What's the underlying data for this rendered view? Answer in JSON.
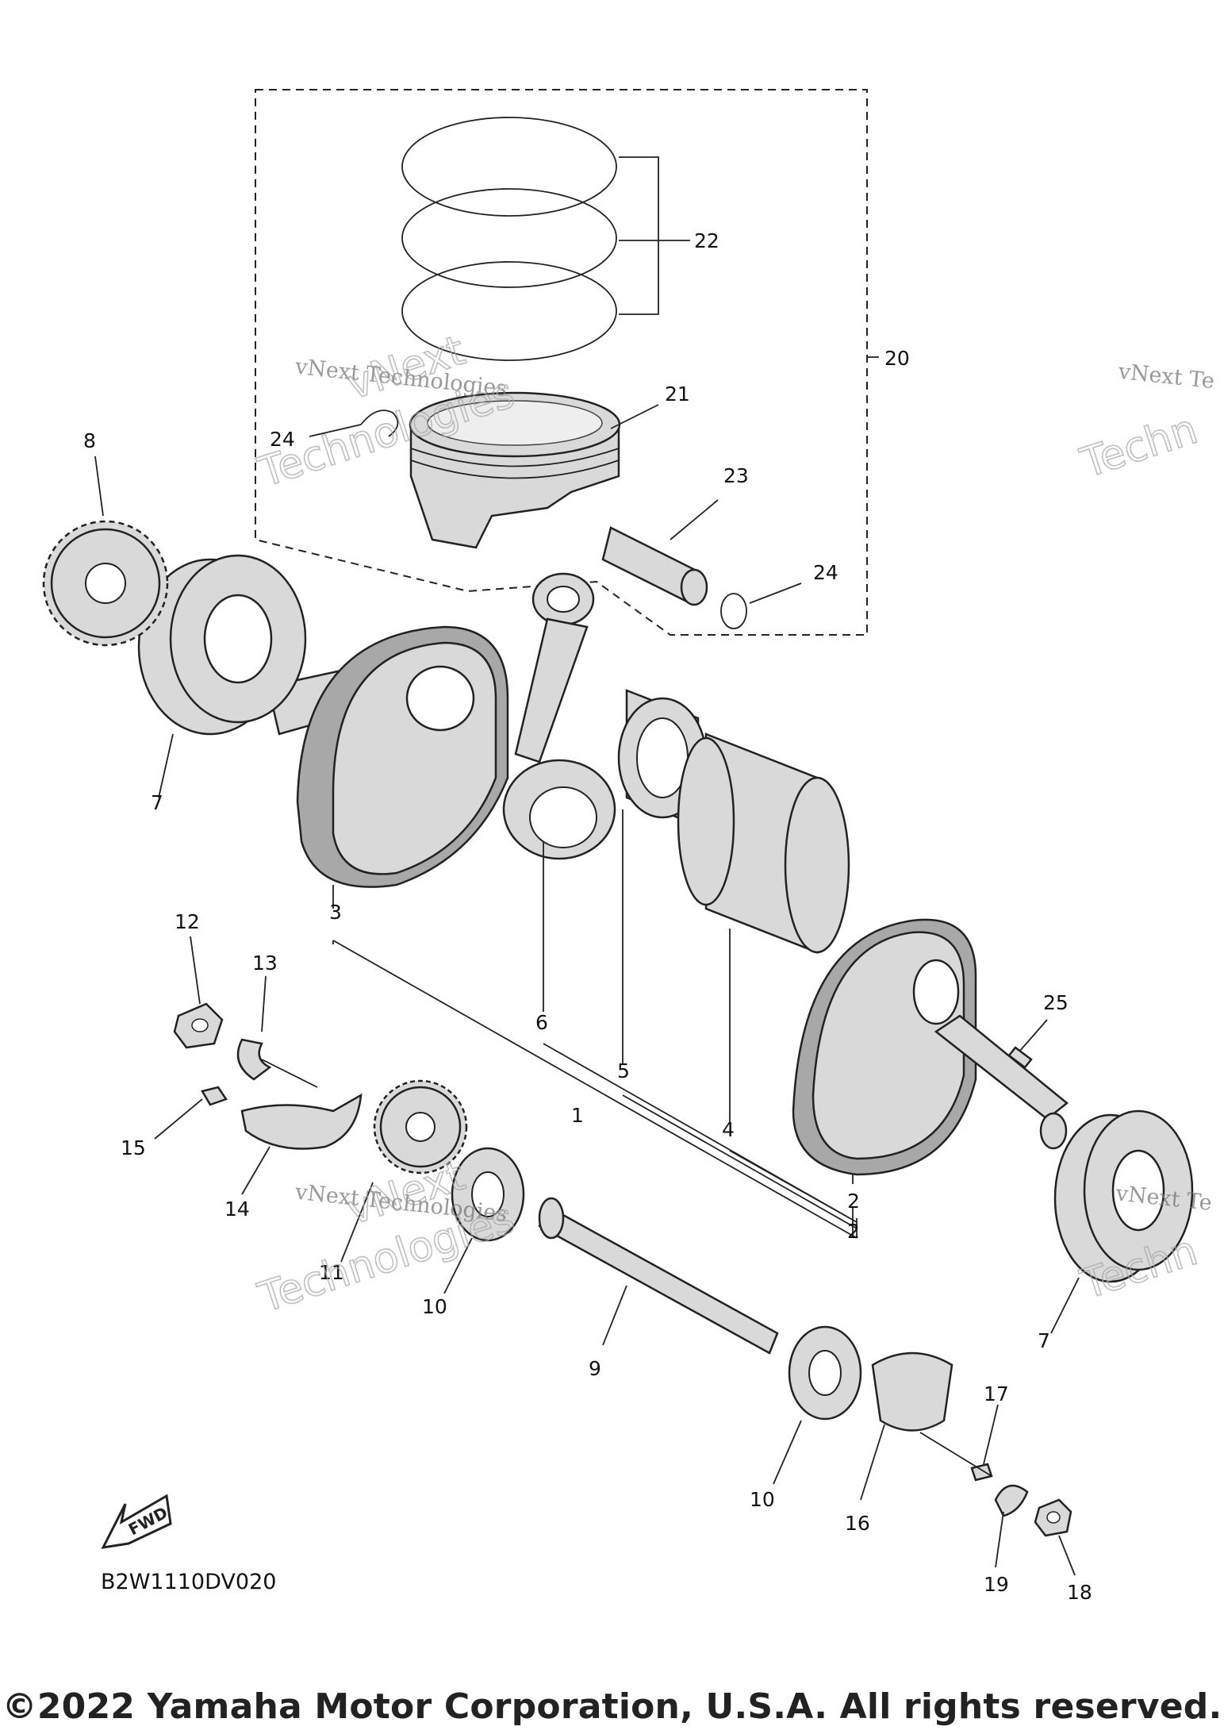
{
  "diagram": {
    "callouts": {
      "c1": "1",
      "c2a": "2",
      "c2b": "2",
      "c3": "3",
      "c4": "4",
      "c5": "5",
      "c6": "6",
      "c7a": "7",
      "c7b": "7",
      "c8": "8",
      "c9": "9",
      "c10a": "10",
      "c10b": "10",
      "c11": "11",
      "c12": "12",
      "c13": "13",
      "c14": "14",
      "c15": "15",
      "c16": "16",
      "c17": "17",
      "c18": "18",
      "c19": "19",
      "c20": "20",
      "c21": "21",
      "c22": "22",
      "c23": "23",
      "c24a": "24",
      "c24b": "24",
      "c25": "25"
    },
    "arrow_label": "FWD",
    "drawing_code": "B2W1110DV020"
  },
  "watermarks": {
    "brand": "vNext",
    "brand_full": "vNext Technologies",
    "big": "Technologies",
    "right_partial_small": "vNext Te",
    "right_partial_big": "Techn"
  },
  "footer": {
    "copyright": "©2022 Yamaha Motor Corporation, U.S.A. All rights reserved."
  },
  "colors": {
    "part_fill": "#d9d9d9",
    "part_shade": "#a8a8a8",
    "line": "#222222"
  }
}
